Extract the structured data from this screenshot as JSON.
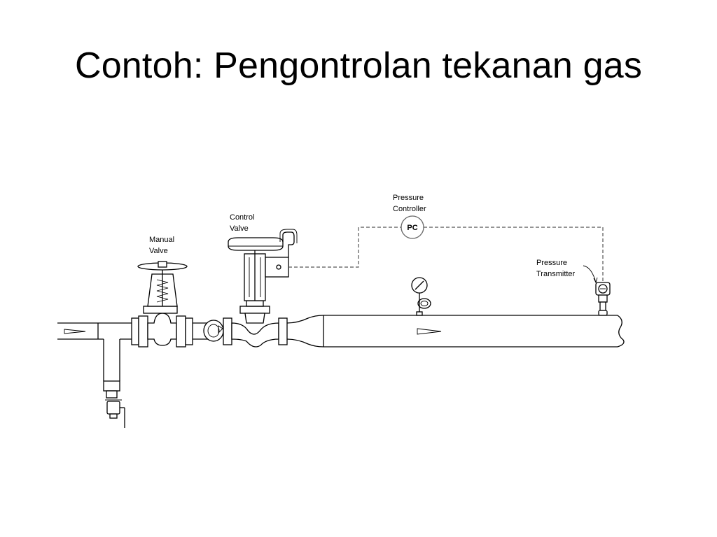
{
  "slide": {
    "title": "Contoh: Pengontrolan tekanan gas"
  },
  "labels": {
    "manual_valve": [
      "Manual",
      "Valve"
    ],
    "control_valve": [
      "Control",
      "Valve"
    ],
    "pressure_controller": [
      "Pressure",
      "Controller"
    ],
    "pressure_transmitter": [
      "Pressure",
      "Transmitter"
    ],
    "controller_tag": "PC"
  },
  "colors": {
    "line": "#000000",
    "signal_line": "#555555",
    "background": "#ffffff"
  }
}
